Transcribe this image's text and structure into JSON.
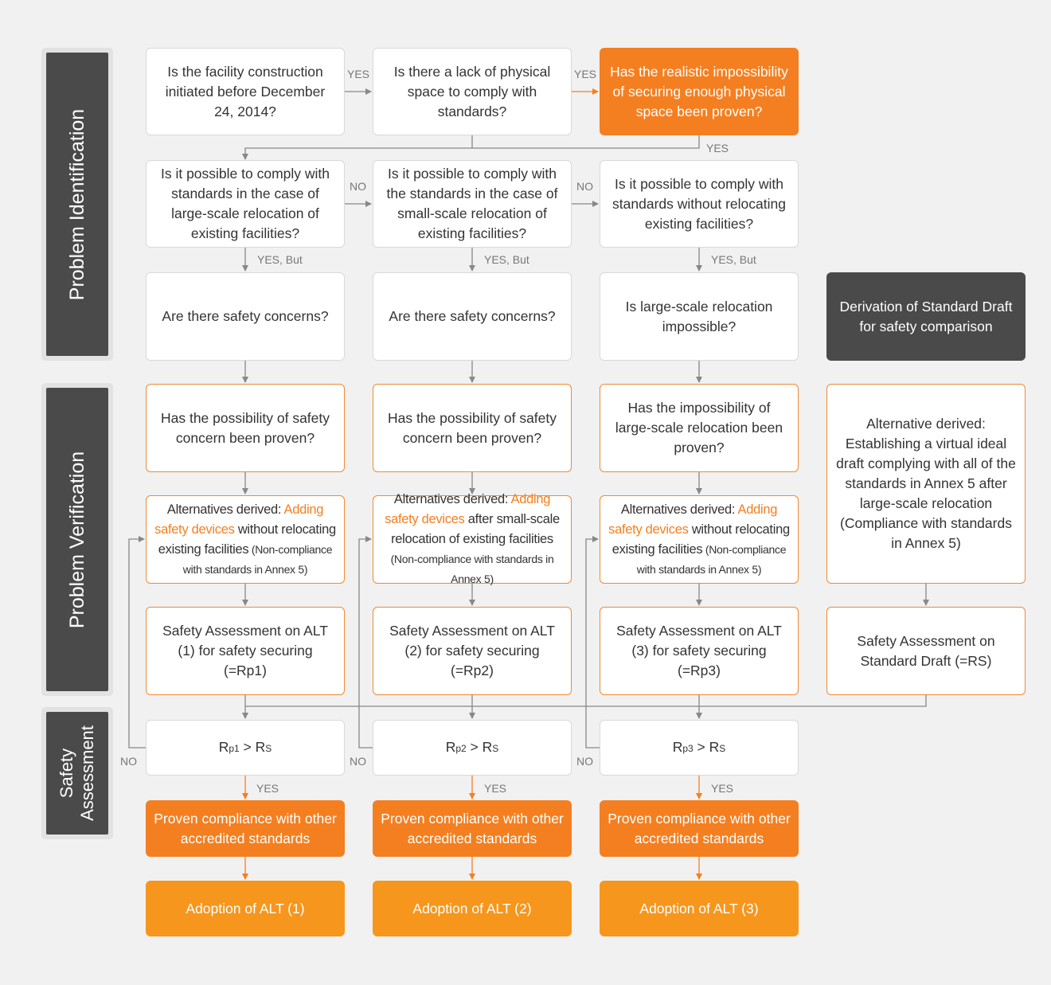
{
  "sidebar": {
    "problem_identification": "Problem Identification",
    "problem_verification": "Problem Verification",
    "safety_assessment_line1": "Safety",
    "safety_assessment_line2": "Assessment"
  },
  "row1": {
    "q_construction": "Is the facility construction initiated before December 24, 2014?",
    "q_space": "Is there a lack of physical space to comply with standards?",
    "q_impossibility": "Has the realistic impossibility of securing enough physical space been proven?"
  },
  "row2": {
    "q_large_relocation": "Is it possible to comply with standards in the case of large-scale relocation of existing facilities?",
    "q_small_relocation": "Is it possible to comply with the standards in the case of small-scale relocation of existing facilities?",
    "q_no_relocation": "Is it possible to comply with standards without relocating existing facilities?"
  },
  "row3": {
    "safety_concerns_1": "Are there safety concerns?",
    "safety_concerns_2": "Are there safety concerns?",
    "large_impossible": "Is large-scale relocation impossible?",
    "derivation": "Derivation of Standard Draft for safety comparison"
  },
  "row4": {
    "proven_1": "Has the possibility of safety concern been proven?",
    "proven_2": "Has the possibility of safety concern been proven?",
    "proven_3": "Has the impossibility of large-scale relocation been proven?",
    "alt_ideal": "Alternative derived: Establishing a virtual ideal draft complying with all of the standards in Annex 5 after large-scale relocation (Compliance with standards in Annex 5)"
  },
  "row5": {
    "alt1": {
      "prefix": "Alternatives derived: ",
      "highlight": "Adding safety devices",
      "rest": " without relocating existing facilities",
      "note": " (Non-compliance with standards in Annex 5)"
    },
    "alt2": {
      "prefix": "Alternatives derived: ",
      "highlight": "Adding safety devices",
      "rest": " after small-scale relocation of existing facilities",
      "note": " (Non-compliance with standards in Annex 5)"
    },
    "alt3": {
      "prefix": "Alternatives derived: ",
      "highlight": "Adding safety devices",
      "rest": " without relocating existing facilities",
      "note": " (Non-compliance with standards in Annex 5)"
    }
  },
  "row6": {
    "assess1": "Safety Assessment on ALT (1) for safety securing (=Rp1)",
    "assess2": "Safety Assessment on ALT (2) for safety securing (=Rp2)",
    "assess3": "Safety Assessment on ALT (3) for safety securing (=Rp3)",
    "assess_std": "Safety Assessment on Standard Draft (=RS)"
  },
  "row7": {
    "cmp1": {
      "r": "R",
      "p": "p1",
      "gt": " > R",
      "s": "S"
    },
    "cmp2": {
      "r": "R",
      "p": "p2",
      "gt": " > R",
      "s": "S"
    },
    "cmp3": {
      "r": "R",
      "p": "p3",
      "gt": " > R",
      "s": "S"
    }
  },
  "row8": {
    "compliance1": "Proven compliance with other accredited standards",
    "compliance2": "Proven compliance with other accredited standards",
    "compliance3": "Proven compliance with other accredited standards"
  },
  "row9": {
    "adopt1": "Adoption of ALT (1)",
    "adopt2": "Adoption of ALT (2)",
    "adopt3": "Adoption of ALT (3)"
  },
  "labels": {
    "yes": "YES",
    "no": "NO",
    "yes_but": "YES, But"
  },
  "colors": {
    "orange": "#f47f20",
    "orange_light": "#f7961c",
    "dark": "#4a4a4a",
    "line": "#888888"
  }
}
